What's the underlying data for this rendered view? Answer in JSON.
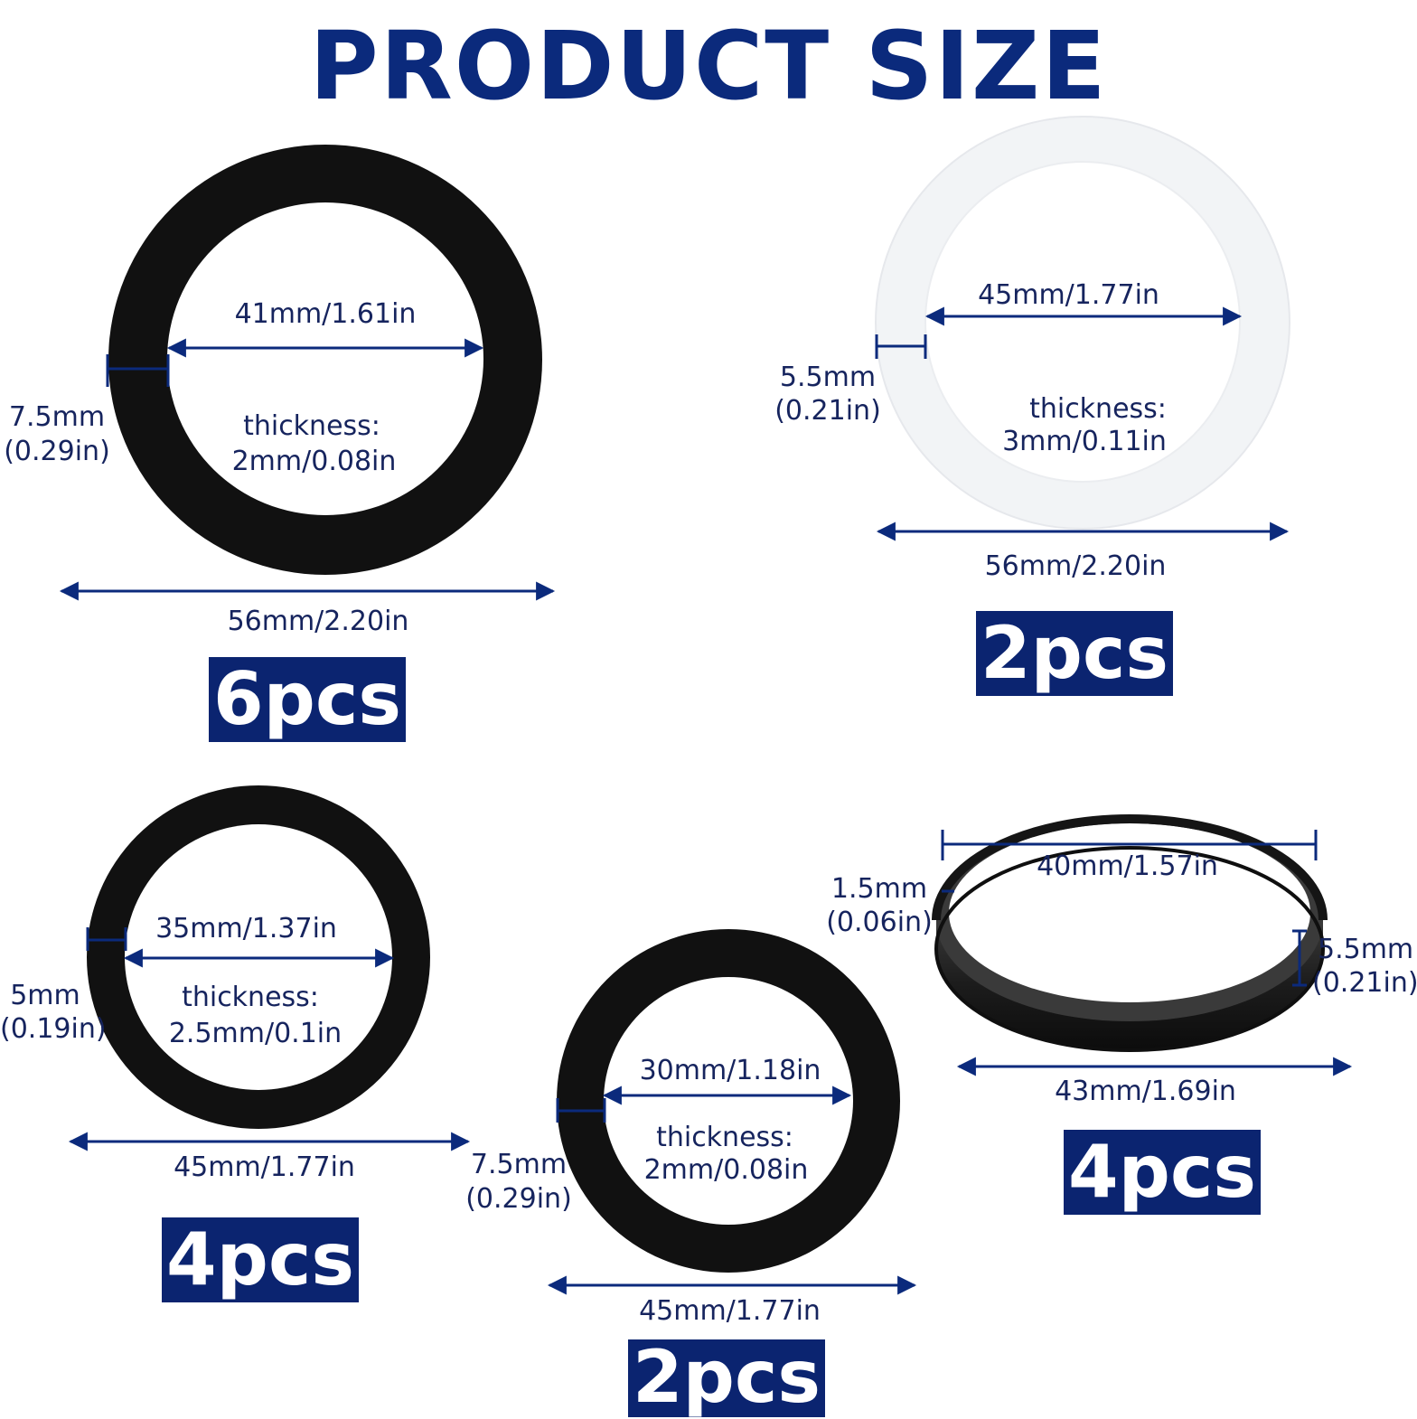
{
  "title": "PRODUCT SIZE",
  "colors": {
    "accent": "#0b2a7c",
    "badge_bg": "#0b2470",
    "ring_black": "#111111",
    "ring_white": "#f4f6f8"
  },
  "items": [
    {
      "inner": "41mm/1.61in",
      "outer": "56mm/2.20in",
      "width_mm": "7.5mm",
      "width_in": "(0.29in)",
      "thickness_label": "thickness:",
      "thickness": "2mm/0.08in",
      "qty": "6pcs"
    },
    {
      "inner": "45mm/1.77in",
      "outer": "56mm/2.20in",
      "width_mm": "5.5mm",
      "width_in": "(0.21in)",
      "thickness_label": "thickness:",
      "thickness": "3mm/0.11in",
      "qty": "2pcs"
    },
    {
      "inner": "35mm/1.37in",
      "outer": "45mm/1.77in",
      "width_mm": "5mm",
      "width_in": "(0.19in)",
      "thickness_label": "thickness:",
      "thickness": "2.5mm/0.1in",
      "qty": "4pcs"
    },
    {
      "inner": "30mm/1.18in",
      "outer": "45mm/1.77in",
      "width_mm": "7.5mm",
      "width_in": "(0.29in)",
      "thickness_label": "thickness:",
      "thickness": "2mm/0.08in",
      "qty": "2pcs"
    },
    {
      "inner": "40mm/1.57in",
      "outer": "43mm/1.69in",
      "wall_mm": "1.5mm",
      "wall_in": "(0.06in)",
      "height_mm": "5.5mm",
      "height_in": "(0.21in)",
      "qty": "4pcs"
    }
  ]
}
